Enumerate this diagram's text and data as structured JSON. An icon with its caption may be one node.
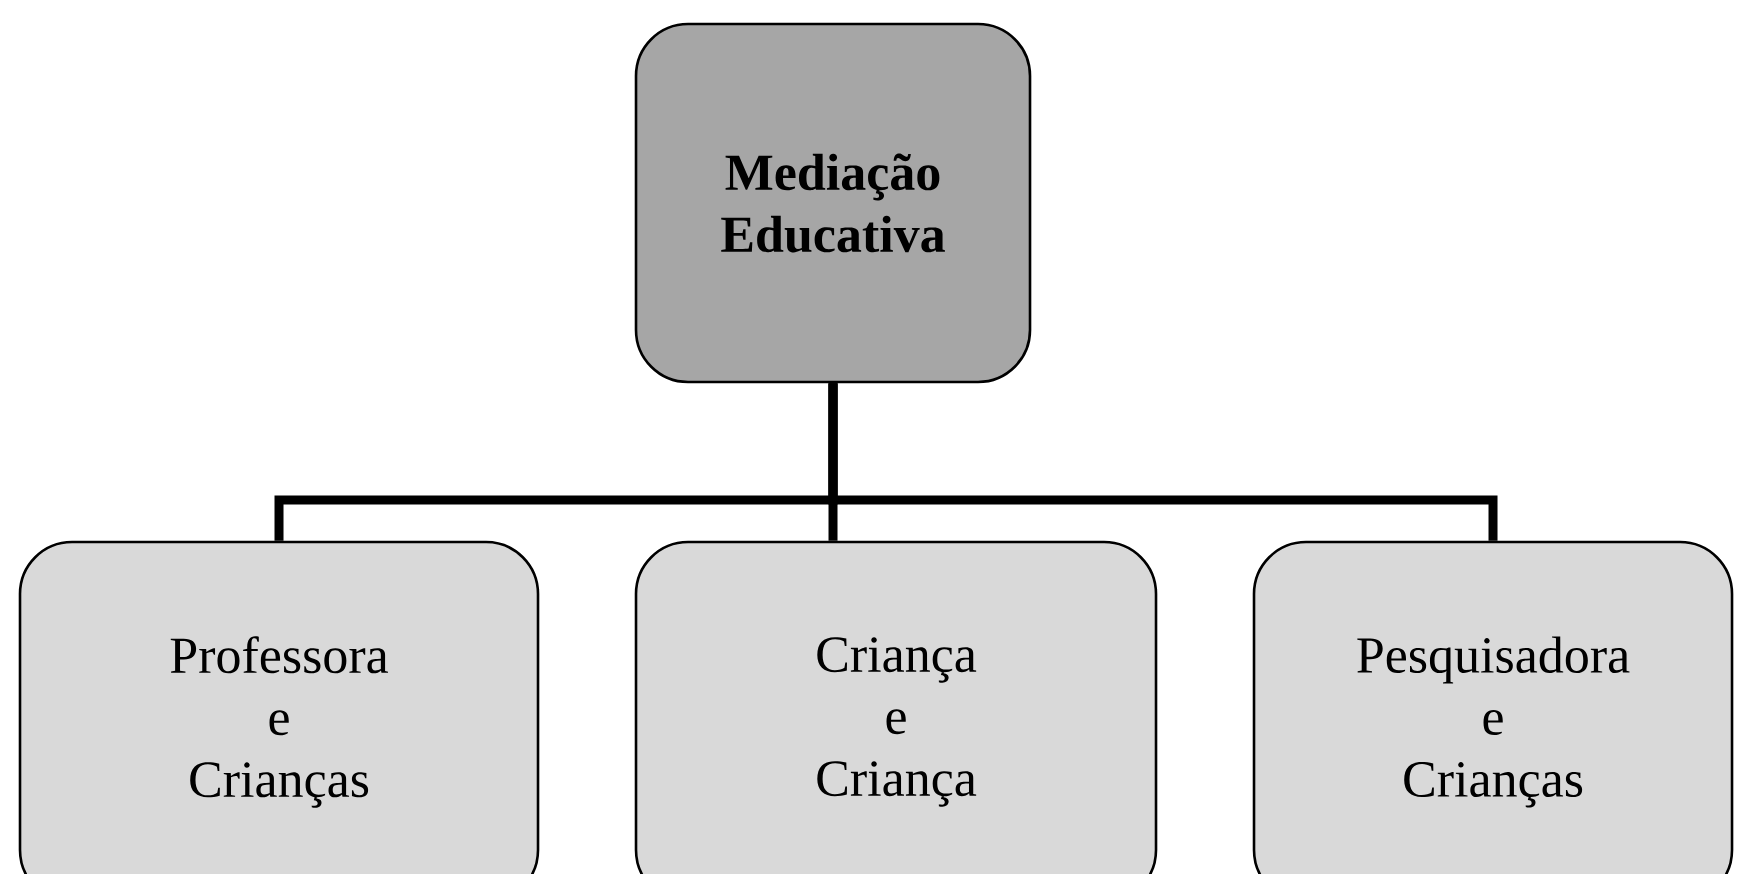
{
  "diagram": {
    "nodes": [
      {
        "text": [
          "Mediação Educativa"
        ]
      },
      {
        "text": [
          "Professora e Crianças"
        ]
      },
      {
        "text": [
          "Criança e Criança"
        ]
      },
      {
        "text": [
          "Pesquisadora e Crianças"
        ]
      }
    ],
    "edges": [
      {
        "from": 0,
        "to": 1,
        "arrow": "none"
      },
      {
        "from": 0,
        "to": 2,
        "arrow": "none"
      },
      {
        "from": 0,
        "to": 3,
        "arrow": "none"
      }
    ]
  }
}
